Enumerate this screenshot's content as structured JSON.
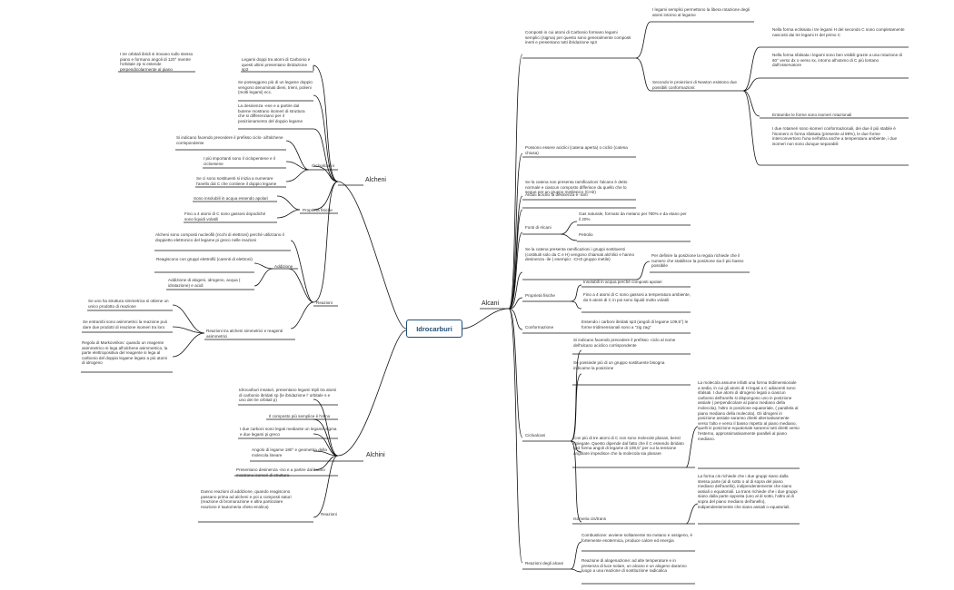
{
  "root": "Idrocarburi",
  "main": {
    "alcheni": "Alcheni",
    "alchini": "Alchini",
    "alcani": "Alcani"
  },
  "alcheni": {
    "c_tre_orbitali": "I tre orbitali ibridi si trovano sullo stesso piano e formano angoli di 120° mentre l'orbitale 2p si estende perpendicolarmente al piano",
    "doppi": "Legami doppi tra atomi di Carbonio e questi ultimi presentano ibridazione sp2",
    "possiedono": "Se posseggono più di un legame doppio vengono denominati dieni, trieni, polieni (molti legami) ecc.",
    "desinenza": "La desinenza -ene e a partire dal butene mostrano isomeri di struttura che si differenziano per il posizionamento del doppio legame",
    "cicloalcheni": "Cicloalcheni",
    "ciclo_prefisso": "Si indicano facendo precedere il prefisso ciclo- all'alchene corrispondente",
    "ciclo_importanti": "I più importanti sono il ciclopentene e il cicloesene",
    "ciclo_sostituenti": "Se ci sono sostituenti si inizia a numerare l'anello dal C che contiene il doppio legame",
    "fisiche": "Proprietà fisiche",
    "fis_insolubili": "Sono insolubili in acqua essendo apolari",
    "fis_gassosi": "Fino a 4 atomi di C sono gassosi dopodiché sono liquidi volatili",
    "reazioni": "Reazioni",
    "reaz_nucleofili": "Alcheni sono composti nucleofili (ricchi di elettroni) perché utilizzano il doppietto elettronico del legame pi greco nelle reazioni",
    "addizione": "Addizione",
    "add_elettrofili": "Reagiscono con gruppi elettrofili (carenti di elettroni)",
    "add_alogeni": "Addizione di alogeni, idrogeno, acqua ( idratazione) e acidi",
    "asimmetrici": "Reazioni tra alcheni simmetrici e reagenti asimmetrici",
    "asi_simmetrica": "Se uno ha struttura simmetrica si ottiene un unico prodotto di reazione",
    "asi_entrambi": "Se entrambi sono asimmetrici la reazione può dare due prodotti di reazione isomeri tra loro",
    "asi_markovnikov": "Regola di Markovnikov: quando un reagente asimmetrico si lega all'alchene asimmetrico, la parte elettropositiva del reagente si lega al carbonio del doppio legame legato a più atomi di idrogeno"
  },
  "alchini": {
    "insaturi": "Idrocarburi insaturi, presentano legami tripli tra atomi di carbonio ibridati sp (le ibridazione l' orbitale s e uno dei tre orbitali p)",
    "etino": "Il composto più semplice è l'etino",
    "legami": "I due carboni sono legati mediante un legame sigma e due legami pi greco",
    "angolo": "Angolo di legame 180° e geometria della molecola lineare",
    "desinenza": "Presentano desinenza -ino e a partire dal butino mostrano isomeri di struttura",
    "reazioni": "Reazioni",
    "reaz_testo": "Danno reazioni di addizione, quando reagiscono passano prima ad alcheni e poi a composti saturi (reazione di bromurazione e altra particolare reazione è tautomeria cheto-enolica)"
  },
  "alcani": {
    "composti": "Composti in cui atomi di Carbonio formano legami semplici (sigma) per questo sono generalmente composti inerti e presentano tutti ibridazione sp3",
    "rotazione": "I legami semplici permettono la libera rotazione degli atomi intorno al legame",
    "newton": "Secondo le proiezioni di Newton esistono due possibili conformazioni:",
    "eclissata": "Nella forma eclissata i tre legami H del secondo C sono completamente nascosti dai tre legami H del primo C",
    "sfalsata": "Nella forma sfalsata i legami sono ben visibili grazie a una rotazione di 60° verso dx o verso sx, intorno all'atomo di C più lontano dall'osservatore",
    "entrambe": "Entrambe le forme sono isomeri rotazionali",
    "rotameri": "I due rotameri sono isomeri conformazionali, dei due il più stabile è l'isomero in forma sfalsata (presente al 99%), le due forme interconvertono l'una nell'altra anche a temperatura ambiente, i due isomeri non sono dunque separabili",
    "aciclici": "Possono essere aciclici (catena aperta) o ciclici (catena chiusa)",
    "desinenza": "Alcani aciclici la desinenza è -ano",
    "ramificazioni": "Se la catena non presenta ramificazioni l'alcano è detto normale e ciascun composto differisce da quello che lo segue per un gruppo metilenico (CH2)",
    "fonti": "Fonti di Alcani",
    "gas": "Gas naturale, formato da metano per l'80% e da etano per il 20%",
    "petrolio": "Petrolio",
    "alchilici": "Se la catena presenta ramificazioni i gruppi sostituenti (costituiti solo da C e H) vengono chiamati alchilici e hanno desinenza -ile ( esempio: -CH3 gruppo metile)",
    "posizione": "Per definire la posizione la regola richiede che il numero che stabilisce la posizione sia il più basso possibile",
    "fisiche": "Proprietà fisiche",
    "fis_insolubili": "Insolubili in acqua perché composti apolari",
    "fis_gassosi": "Fino a 4 atomi di C sono gassosi a temperatura ambiente, da 5 atomi di C in poi sono liquidi molto volatili",
    "conformazione": "Conformazione",
    "conf_testo": "Essendo i carboni ibridati sp3 (angoli di legame 109,5°) le forme tridimensionali sono a \"zig zag\"",
    "cicloalcani": "Cicloalcani",
    "ciclo_prefisso": "Si indicano facendo precedere il prefisso -ciclo al nome dell'alcano aciclico corrispondente",
    "ciclo_sostituente": "Se possiede più di un gruppo sostituente bisogna indicarne la posizione",
    "ciclo_tre": "Con più di tre atomi di C non sono molecole planari, bensì ripiegate. Questo dipende dal fatto che il C essendo ibridato sp3 forma angoli di legame di 109,5° per cui la tensione angolare impedisce che la molecola sia planare",
    "ciclo_sedia": "La molecola assume infatti una forma tridimensionale a sedia, in cui gli atomi di H legati a C adiacenti sono sfalsati. I due atomi di idrogeno legati a ciascun carbonio dell'anello si dispongono uno in posizione assiale ( perpendicolare al piano mediano della molecola), l'altro in posizione equatoriale, ( parallela al piano mediano della molecola). Gli idrogeni in posizione assiale saranno diretti alternativamente verso l'alto e verso il basso rispetto al piano mediano, quelli in posizione equatoriale saranno tutti diretti verso l'esterno, approssimativamente paralleli al piano mediano.",
    "isomeria": "Isomeria cis/trans",
    "isomeria_testo": "La forma cis richiede che i due gruppi siano dalla stessa parte (al di sotto o al di sopra del piano mediano dell'anello), indipendentemente che siano assiali o equatoriali. La trans richiede che i due gruppi siano dalla parte opposta (uno al di sotto, l'altro al di sopra del piano mediano dell'anello), indipendentemente che siano assiali o equatoriali.",
    "reazioni": "Reazioni degli alcani",
    "combustione": "Combustione: avviene solitamente tra metano e ossigeno, è fortemente esotermica, produce calore ed energia",
    "alogenazione": "Reazione di alogenazione: ad alte temperature e in presenza di luce solare, un alcano e un alogeno daranno luogo a una reazione di sostituzione radicalica"
  }
}
